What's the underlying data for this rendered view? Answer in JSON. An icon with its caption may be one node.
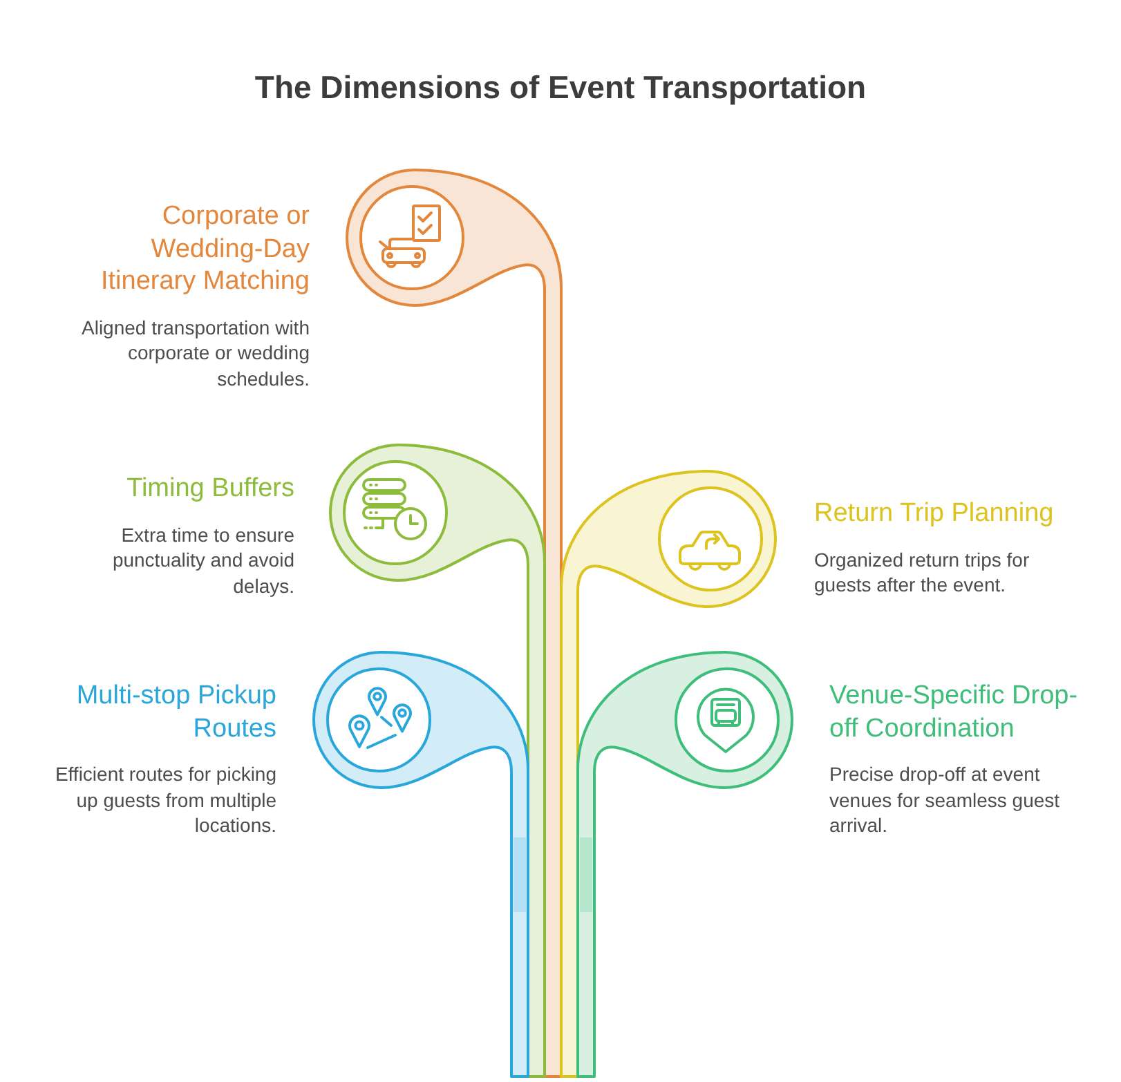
{
  "diagram": {
    "title": "The Dimensions of Event Transportation",
    "nodes": [
      {
        "text": [
          "Corporate or Wedding-Day Itinerary Matching"
        ],
        "beside": [
          "Aligned transportation with corporate or wedding schedules."
        ]
      },
      {
        "text": [
          "Timing Buffers"
        ],
        "beside": [
          "Extra time to ensure punctuality and avoid delays."
        ]
      },
      {
        "text": [
          "Return Trip Planning"
        ],
        "beside": [
          "Organized return trips for guests after the event."
        ]
      },
      {
        "text": [
          "Multi-stop Pickup Routes"
        ],
        "beside": [
          "Efficient routes for picking up guests from multiple locations."
        ]
      },
      {
        "text": [
          "Venue-Specific Drop-off Coordination"
        ],
        "beside": [
          "Precise drop-off at event venues for seamless guest arrival."
        ]
      }
    ]
  }
}
